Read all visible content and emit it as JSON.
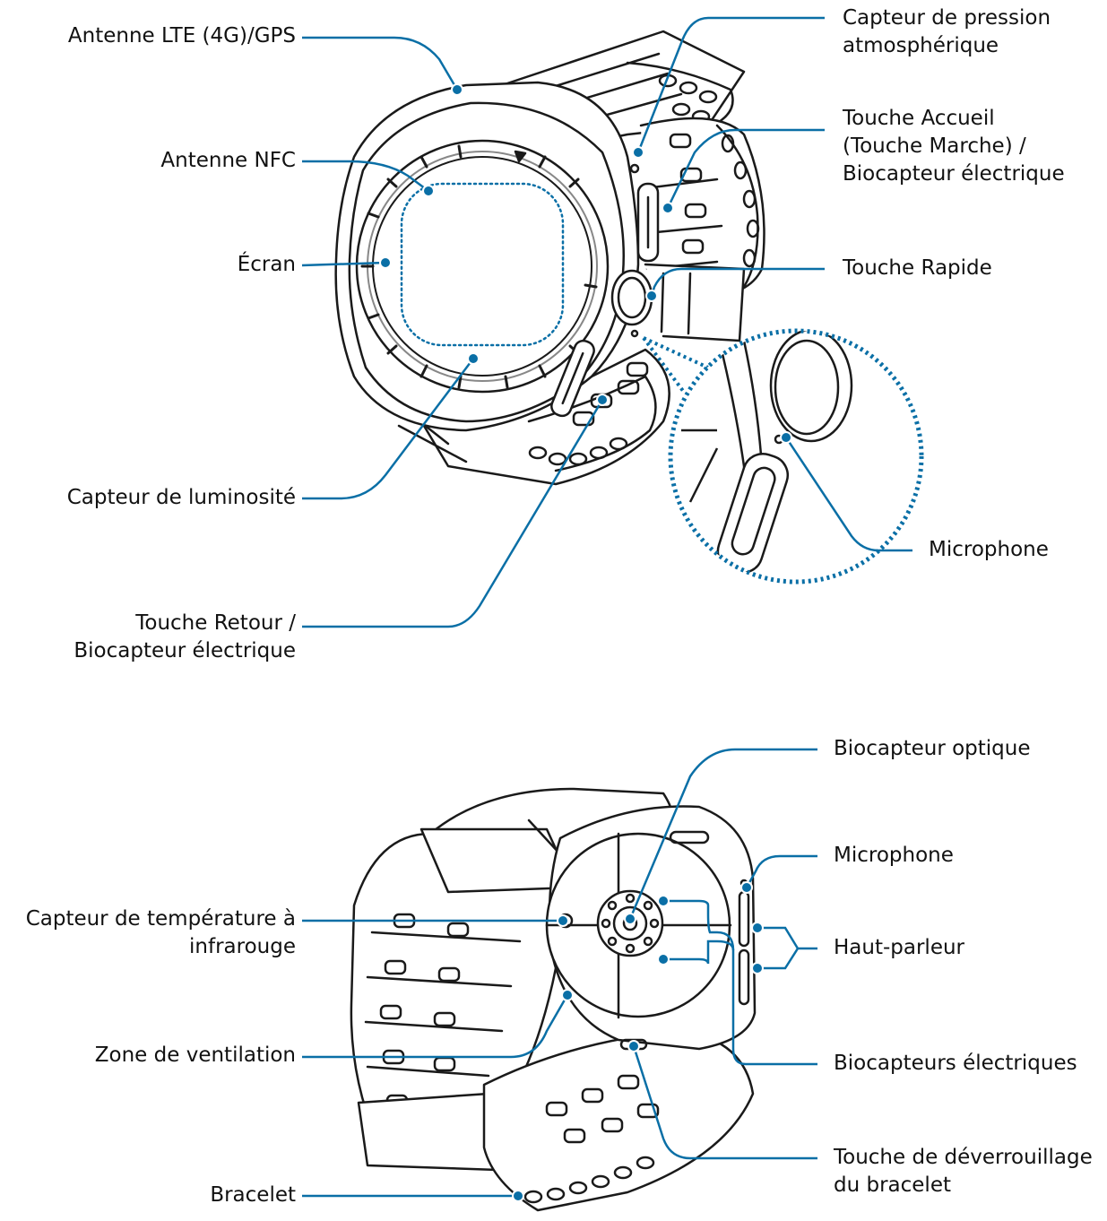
{
  "colors": {
    "leader": "#0a6fa6",
    "outline": "#1a1a1a",
    "text": "#111111",
    "background": "#ffffff"
  },
  "icons": {
    "front_view": "smartwatch-front-illustration",
    "back_view": "smartwatch-back-illustration",
    "magnifier": "microphone-zoom-callout"
  },
  "front_labels": {
    "antenne_lte": "Antenne LTE (4G)/GPS",
    "antenne_nfc": "Antenne NFC",
    "ecran": "Écran",
    "capteur_luminosite": "Capteur de luminosité",
    "touche_retour_1": "Touche Retour /",
    "touche_retour_2": "Biocapteur électrique",
    "capteur_pression_1": "Capteur de pression",
    "capteur_pression_2": "atmosphérique",
    "touche_accueil_1": "Touche Accueil",
    "touche_accueil_2": "(Touche Marche) /",
    "touche_accueil_3": "Biocapteur électrique",
    "touche_rapide": "Touche Rapide",
    "microphone": "Microphone"
  },
  "back_labels": {
    "biocapteur_optique": "Biocapteur optique",
    "microphone": "Microphone",
    "haut_parleur": "Haut-parleur",
    "biocapteurs_electriques": "Biocapteurs électriques",
    "deverrouillage_1": "Touche de déverrouillage",
    "deverrouillage_2": "du bracelet",
    "capteur_temperature_1": "Capteur de température à",
    "capteur_temperature_2": "infrarouge",
    "zone_ventilation": "Zone de ventilation",
    "bracelet": "Bracelet"
  }
}
